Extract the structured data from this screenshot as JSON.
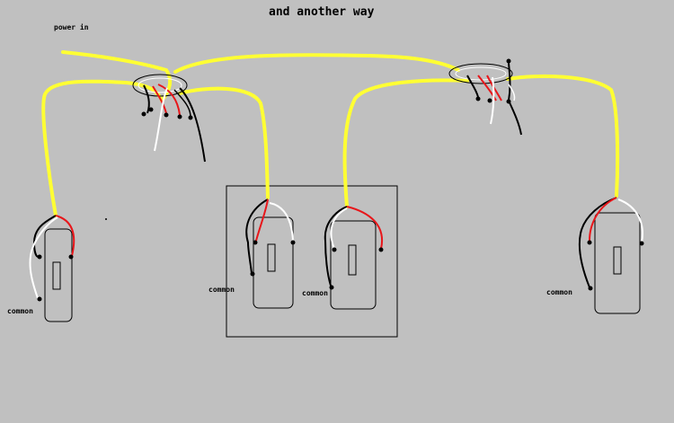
{
  "title": "and another way",
  "labels": {
    "power_in": "power in",
    "common_1": "common",
    "common_2": "common",
    "common_3": "common",
    "common_4": "common"
  },
  "colors": {
    "background": "#c0c0c0",
    "hot_wire": "#ffff33",
    "traveler_red": "#e8161a",
    "neutral_white": "#ffffff",
    "black_wire": "#000000"
  }
}
